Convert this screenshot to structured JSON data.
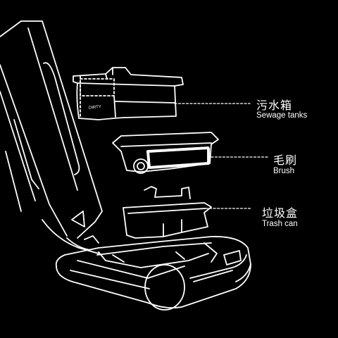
{
  "labels": {
    "sewage": {
      "zh": "污水箱",
      "en": "Sewage tanks"
    },
    "brush": {
      "zh": "毛刷",
      "en": "Brush"
    },
    "trash": {
      "zh": "垃圾盒",
      "en": "Trash can"
    }
  },
  "tank_marking": "DIRTY",
  "colors": {
    "background": "#000000",
    "line": "#ffffff"
  }
}
